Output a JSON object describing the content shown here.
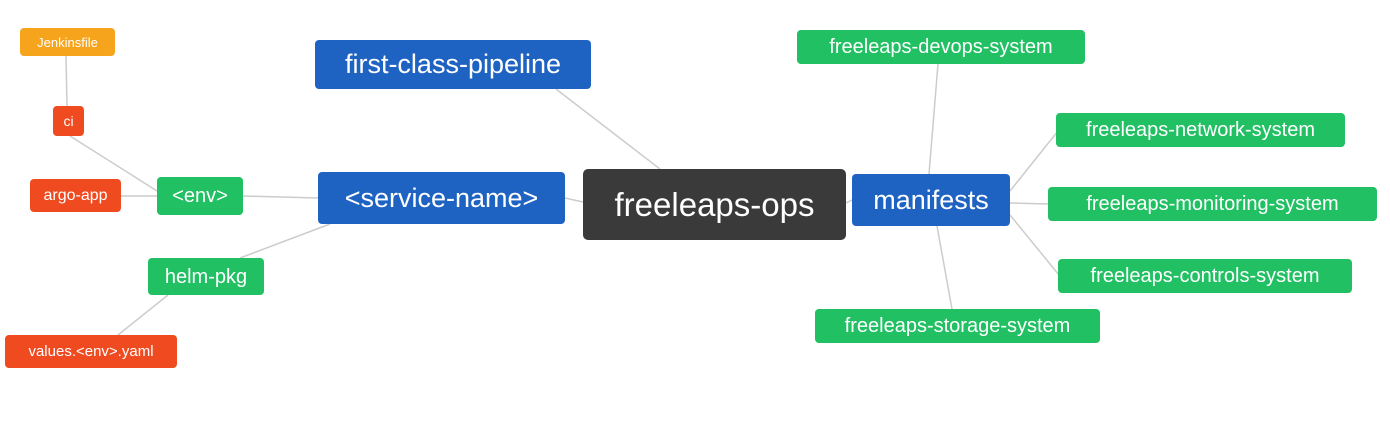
{
  "diagram": {
    "type": "mindmap",
    "colors": {
      "root": "#3a3a3a",
      "branch_blue": "#1f63c2",
      "leaf_green": "#21c063",
      "leaf_red": "#f04a21",
      "leaf_orange": "#f6a41c",
      "edge": "#cccccc",
      "text": "#ffffff",
      "background": "#ffffff"
    },
    "nodes": [
      {
        "id": "root",
        "label": "freeleaps-ops",
        "color": "root"
      },
      {
        "id": "fcp",
        "label": "first-class-pipeline",
        "color": "branch_blue"
      },
      {
        "id": "svc",
        "label": "<service-name>",
        "color": "branch_blue"
      },
      {
        "id": "env",
        "label": "<env>",
        "color": "leaf_green"
      },
      {
        "id": "ci",
        "label": "ci",
        "color": "leaf_red"
      },
      {
        "id": "jenkins",
        "label": "Jenkinsfile",
        "color": "leaf_orange"
      },
      {
        "id": "argo",
        "label": "argo-app",
        "color": "leaf_red"
      },
      {
        "id": "helm",
        "label": "helm-pkg",
        "color": "leaf_green"
      },
      {
        "id": "values",
        "label": "values.<env>.yaml",
        "color": "leaf_red"
      },
      {
        "id": "manifests",
        "label": "manifests",
        "color": "branch_blue"
      },
      {
        "id": "devops",
        "label": "freeleaps-devops-system",
        "color": "leaf_green"
      },
      {
        "id": "network",
        "label": "freeleaps-network-system",
        "color": "leaf_green"
      },
      {
        "id": "monitoring",
        "label": "freeleaps-monitoring-system",
        "color": "leaf_green"
      },
      {
        "id": "controls",
        "label": "freeleaps-controls-system",
        "color": "leaf_green"
      },
      {
        "id": "storage",
        "label": "freeleaps-storage-system",
        "color": "leaf_green"
      }
    ],
    "edges": [
      {
        "from": "Jenkinsfile",
        "to": "ci"
      },
      {
        "from": "ci",
        "to": "<env>"
      },
      {
        "from": "argo-app",
        "to": "<env>"
      },
      {
        "from": "<env>",
        "to": "<service-name>"
      },
      {
        "from": "helm-pkg",
        "to": "<service-name>"
      },
      {
        "from": "values.<env>.yaml",
        "to": "helm-pkg"
      },
      {
        "from": "first-class-pipeline",
        "to": "freeleaps-ops"
      },
      {
        "from": "<service-name>",
        "to": "freeleaps-ops"
      },
      {
        "from": "freeleaps-ops",
        "to": "manifests"
      },
      {
        "from": "manifests",
        "to": "freeleaps-devops-system"
      },
      {
        "from": "manifests",
        "to": "freeleaps-network-system"
      },
      {
        "from": "manifests",
        "to": "freeleaps-monitoring-system"
      },
      {
        "from": "manifests",
        "to": "freeleaps-controls-system"
      },
      {
        "from": "manifests",
        "to": "freeleaps-storage-system"
      }
    ]
  }
}
